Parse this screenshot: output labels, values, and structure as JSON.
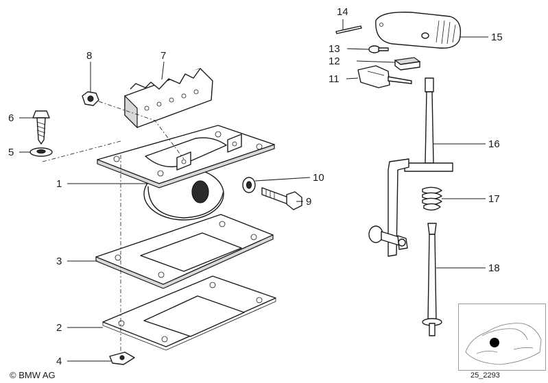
{
  "callouts": [
    "1",
    "2",
    "3",
    "4",
    "5",
    "6",
    "7",
    "8",
    "9",
    "10",
    "11",
    "12",
    "13",
    "14",
    "15",
    "16",
    "17",
    "18"
  ],
  "copyright": "© BMW AG",
  "reference_code": "25_2293",
  "colors": {
    "line": "#1a1a1a",
    "background": "#ffffff",
    "locator_dot": "#000000"
  },
  "icons": {
    "copyright": "copyright-symbol",
    "locator": "car-location-thumbnail"
  }
}
